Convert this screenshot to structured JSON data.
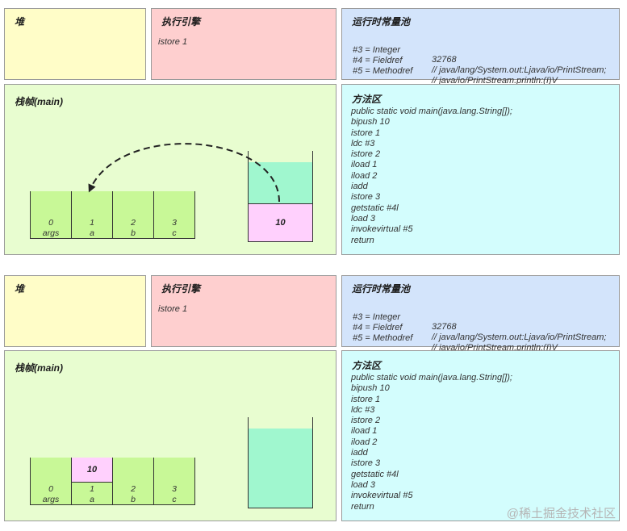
{
  "panels": {
    "heap_title": "堆",
    "engine_title": "执行引擎",
    "engine_instruction": "istore 1",
    "pool_title": "运行时常量池",
    "pool_entries": [
      {
        "ref": "#3 = Integer",
        "value": "32768"
      },
      {
        "ref": "#4 = Fieldref",
        "value": "// java/lang/System.out:Ljava/io/PrintStream;"
      },
      {
        "ref": "#5 = Methodref",
        "value": "// java/io/PrintStream.println:(I)V"
      }
    ],
    "frame_title": "栈帧(main)",
    "method_title": "方法区",
    "method_code": [
      "public static void main(java.lang.String[]);",
      "bipush 10",
      "istore 1",
      "ldc #3",
      "istore 2",
      "iload 1",
      "iload 2",
      "iadd",
      "istore 3",
      "getstatic #4l",
      "load 3",
      "invokevirtual #5",
      "return"
    ]
  },
  "local_vars": [
    {
      "index": "0",
      "name": "args"
    },
    {
      "index": "1",
      "name": "a"
    },
    {
      "index": "2",
      "name": "b"
    },
    {
      "index": "3",
      "name": "c"
    }
  ],
  "before": {
    "operand_stack_top": "10",
    "slot_a_value": ""
  },
  "after": {
    "operand_stack_top": "",
    "slot_a_value": "10"
  },
  "colors": {
    "heap": "#fffdc8",
    "engine": "#fecfcf",
    "pool": "#d3e4fb",
    "frame": "#e8fdd0",
    "method": "#d3fdfd",
    "slot": "#c8f897",
    "highlight": "#ffd0fd",
    "stack_fill": "#a0f7cf"
  },
  "watermark": "@稀土掘金技术社区"
}
